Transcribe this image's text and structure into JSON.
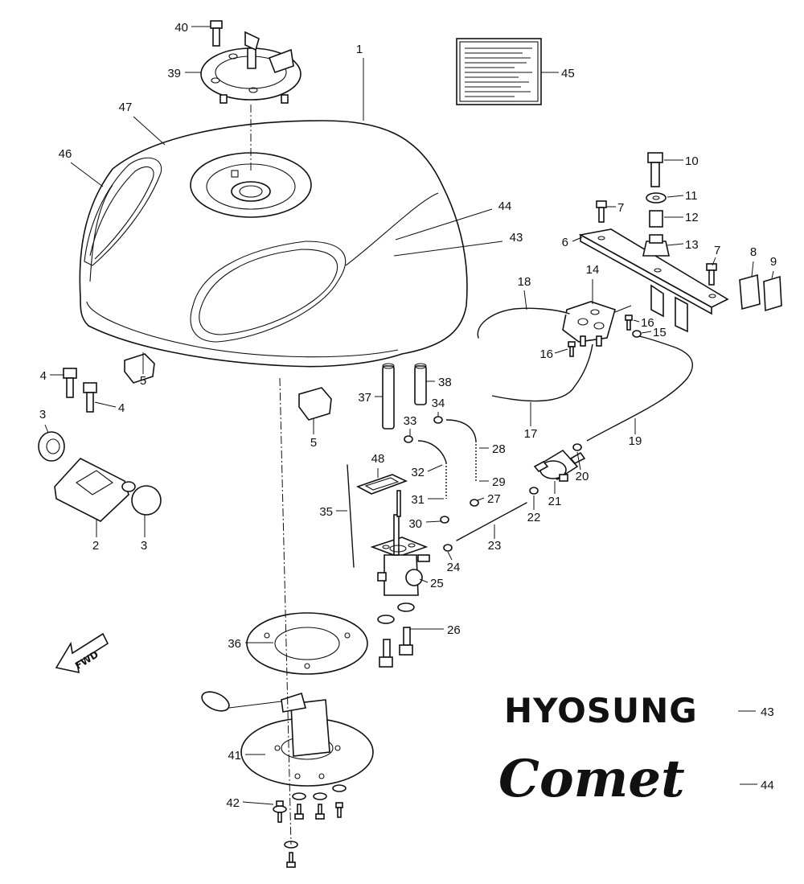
{
  "callouts": [
    {
      "n": "1",
      "part": "fuel-tank"
    },
    {
      "n": "2",
      "part": "mount-bracket"
    },
    {
      "n": "3",
      "part": "rubber-cushion"
    },
    {
      "n": "4",
      "part": "bolt"
    },
    {
      "n": "5",
      "part": "rubber-damper"
    },
    {
      "n": "6",
      "part": "rear-bracket"
    },
    {
      "n": "7",
      "part": "bolt"
    },
    {
      "n": "8",
      "part": "pad"
    },
    {
      "n": "9",
      "part": "pad"
    },
    {
      "n": "10",
      "part": "bolt"
    },
    {
      "n": "11",
      "part": "washer"
    },
    {
      "n": "12",
      "part": "collar"
    },
    {
      "n": "13",
      "part": "cushion"
    },
    {
      "n": "14",
      "part": "fuel-pump"
    },
    {
      "n": "15",
      "part": "clip"
    },
    {
      "n": "16",
      "part": "screw"
    },
    {
      "n": "17",
      "part": "hose"
    },
    {
      "n": "18",
      "part": "hose"
    },
    {
      "n": "19",
      "part": "hose"
    },
    {
      "n": "20",
      "part": "clip"
    },
    {
      "n": "21",
      "part": "fuel-filter"
    },
    {
      "n": "22",
      "part": "clip"
    },
    {
      "n": "23",
      "part": "hose"
    },
    {
      "n": "24",
      "part": "clip"
    },
    {
      "n": "25",
      "part": "fuel-cock"
    },
    {
      "n": "26",
      "part": "bolt"
    },
    {
      "n": "27",
      "part": "clip"
    },
    {
      "n": "28",
      "part": "hose"
    },
    {
      "n": "29",
      "part": "spring"
    },
    {
      "n": "30",
      "part": "clip"
    },
    {
      "n": "31",
      "part": "spring"
    },
    {
      "n": "32",
      "part": "hose"
    },
    {
      "n": "33",
      "part": "clip"
    },
    {
      "n": "34",
      "part": "clip"
    },
    {
      "n": "35",
      "part": "drain-hose"
    },
    {
      "n": "36",
      "part": "gasket"
    },
    {
      "n": "37",
      "part": "pipe"
    },
    {
      "n": "38",
      "part": "pipe"
    },
    {
      "n": "39",
      "part": "fuel-cap"
    },
    {
      "n": "40",
      "part": "bolt"
    },
    {
      "n": "41",
      "part": "fuel-sender"
    },
    {
      "n": "42",
      "part": "bolt"
    },
    {
      "n": "43",
      "part": "emblem-hyosung"
    },
    {
      "n": "44",
      "part": "emblem-comet"
    },
    {
      "n": "45",
      "part": "caution-label"
    },
    {
      "n": "46",
      "part": "tank-panel"
    },
    {
      "n": "47",
      "part": "tank-panel"
    },
    {
      "n": "48",
      "part": "gasket"
    }
  ],
  "emblems": {
    "hyosung_text": "HYOSUNG",
    "hyosung_ref": "43",
    "comet_text": "Comet",
    "comet_ref": "44"
  },
  "fwd_arrow": {
    "text": "FWD"
  }
}
